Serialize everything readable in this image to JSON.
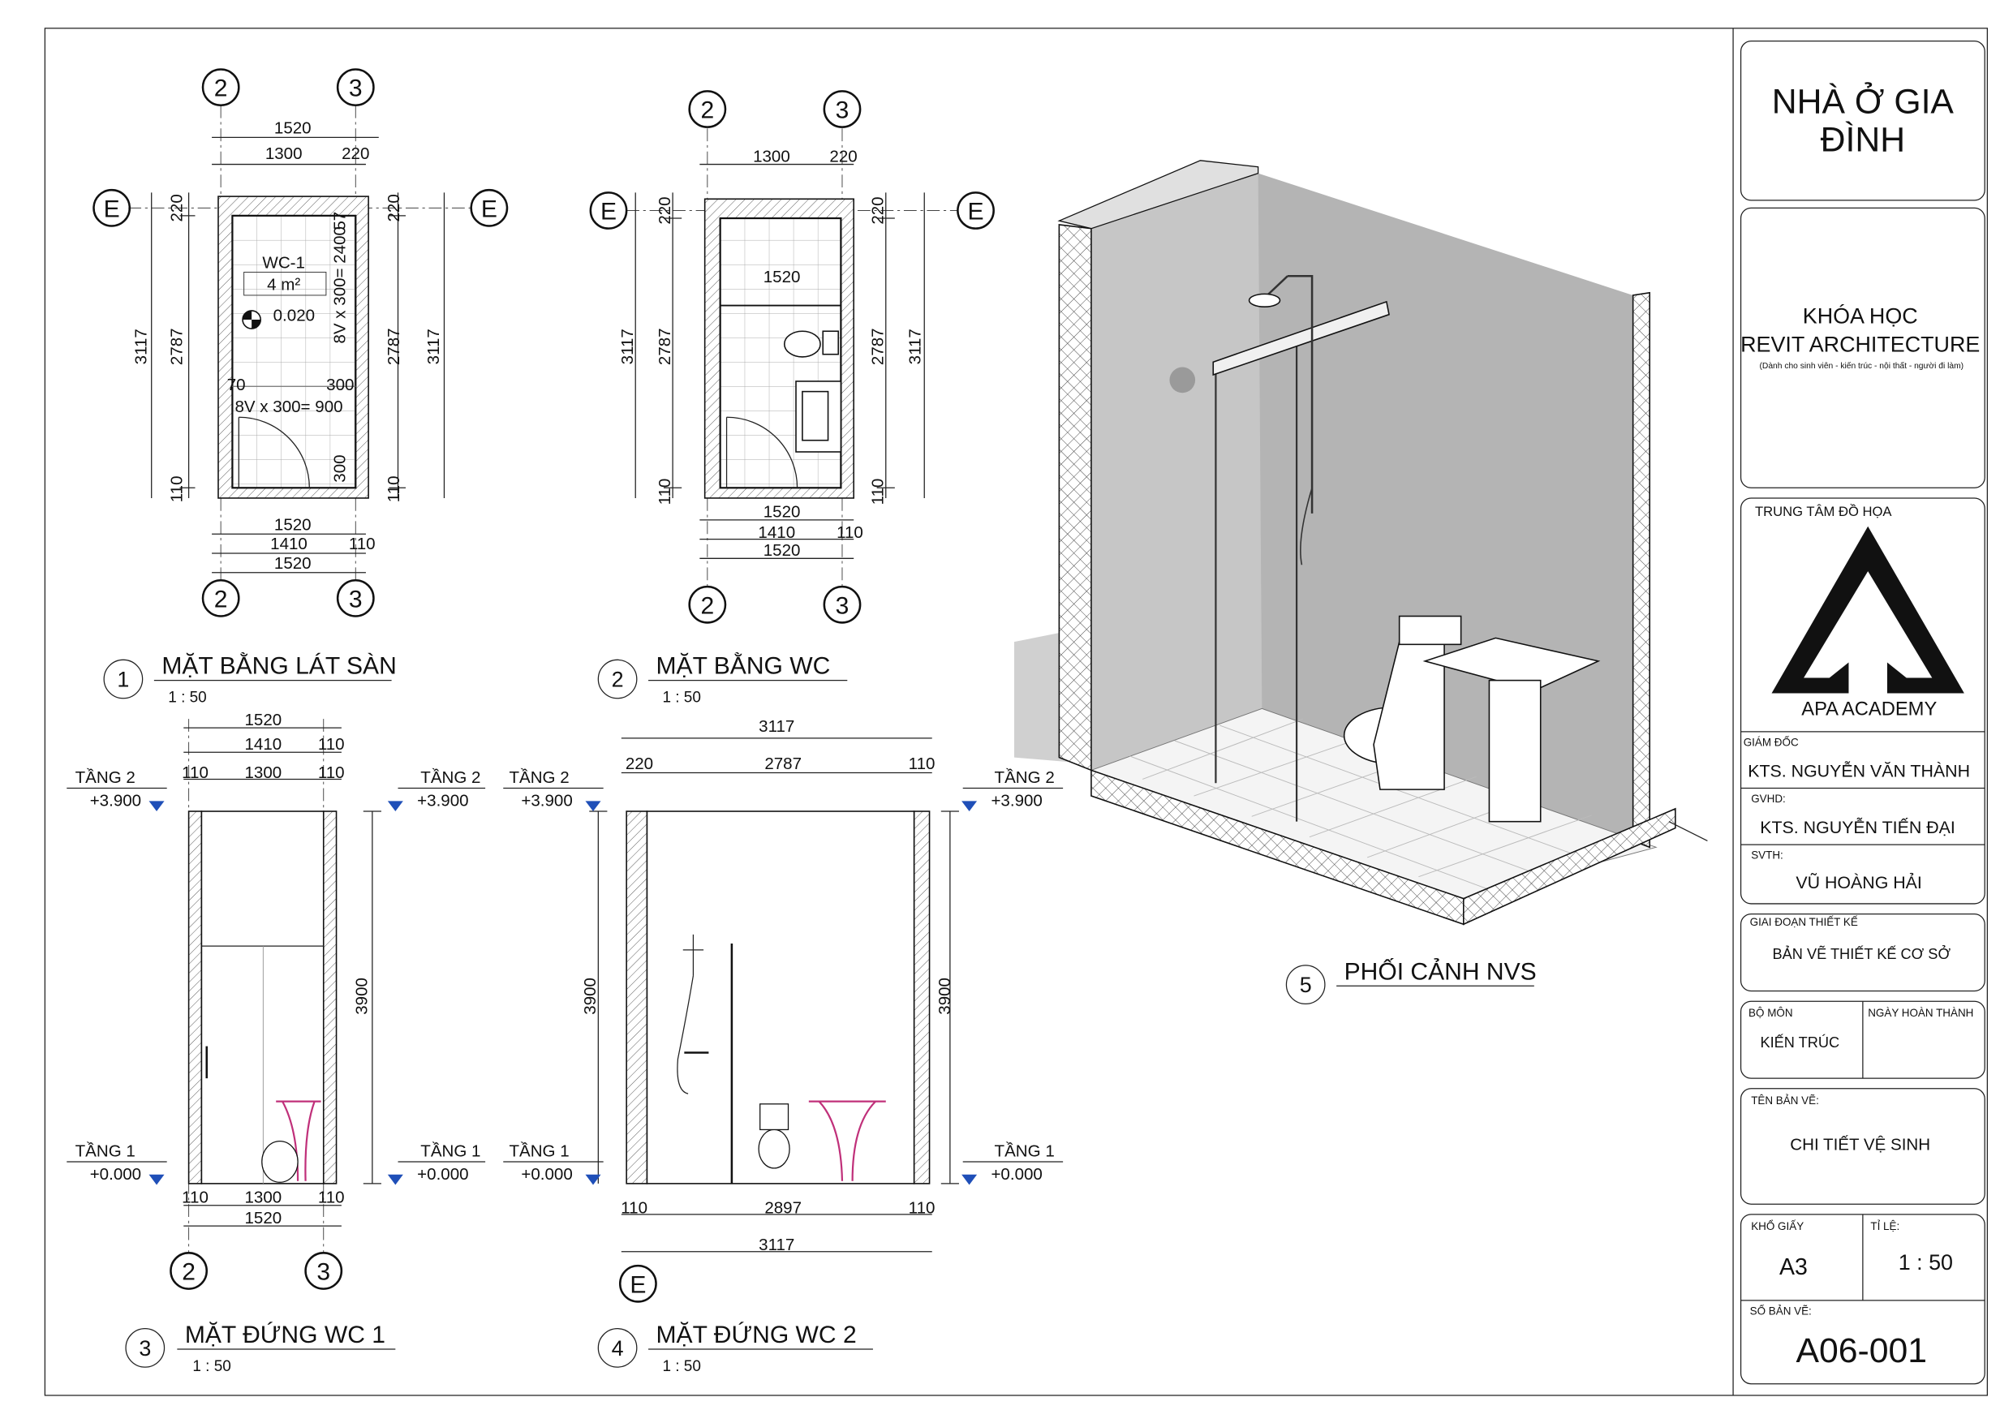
{
  "title_block": {
    "project": [
      "NHÀ Ở GIA",
      "ĐÌNH"
    ],
    "course": [
      "KHÓA HỌC",
      "REVIT ARCHITECTURE"
    ],
    "course_note": "(Dành cho sinh viên - kiến trúc - nội thất - người đi làm)",
    "center": "TRUNG TÂM ĐỒ HỌA",
    "logo_text": "APA ACADEMY",
    "director_label": "GIÁM ĐỐC",
    "director": "KTS. NGUYỄN VĂN THÀNH",
    "advisor_label": "GVHD:",
    "advisor": "KTS. NGUYỄN TIẾN ĐẠI",
    "student_label": "SVTH:",
    "student": "VŨ HOÀNG HẢI",
    "phase_label": "GIAI ĐOẠN THIẾT KẾ",
    "phase": "BẢN VẼ THIẾT KẾ CƠ SỞ",
    "dept_label": "BỘ MÔN",
    "dept": "KIẾN TRÚC",
    "date_label": "NGÀY HOÀN THÀNH",
    "sheet_name_label": "TÊN BẢN VẼ:",
    "sheet_name": "CHI TIẾT VỆ SINH",
    "paper_label": "KHỔ GIẤY",
    "paper": "A3",
    "scale_label": "TỈ LỆ:",
    "scale": "1 : 50",
    "sheet_no_label": "SỐ BẢN VẼ:",
    "sheet_no": "A06-001"
  },
  "views": [
    {
      "number": "1",
      "title": "MẶT BẰNG LÁT SÀN",
      "scale": "1 : 50"
    },
    {
      "number": "2",
      "title": "MẶT BẰNG WC",
      "scale": "1 : 50"
    },
    {
      "number": "3",
      "title": "MẶT ĐỨNG WC 1",
      "scale": "1 : 50"
    },
    {
      "number": "4",
      "title": "MẶT ĐỨNG WC 2",
      "scale": "1 : 50"
    },
    {
      "number": "5",
      "title": "PHỐI CẢNH NVS",
      "scale": ""
    }
  ],
  "grids": {
    "a": "2",
    "b": "3",
    "e": "E"
  },
  "plan1": {
    "dims": [
      "1520",
      "1300",
      "220",
      "220",
      "3117",
      "2787",
      "110",
      "220",
      "2787",
      "3117",
      "110",
      "1520",
      "1410",
      "110",
      "1520"
    ],
    "room_name": "WC-1",
    "room_area": "4 m²",
    "level": "0.020",
    "tiles": [
      "8V x 300= 2400",
      "57",
      "70",
      "300",
      "8V x 300= 900",
      "300"
    ]
  },
  "plan2": {
    "dims": [
      "1300",
      "220",
      "1520",
      "220",
      "3117",
      "2787",
      "110",
      "220",
      "2787",
      "3117",
      "110",
      "1520",
      "1410",
      "110",
      "1520"
    ]
  },
  "levels": [
    {
      "name": "TẦNG 2",
      "value": "+3.900"
    },
    {
      "name": "TẦNG 1",
      "value": "+0.000"
    }
  ],
  "elev3": {
    "dims": [
      "1520",
      "1410",
      "110",
      "110",
      "1300",
      "110",
      "3900",
      "110",
      "1300",
      "110",
      "1520"
    ]
  },
  "elev4": {
    "dims": [
      "3117",
      "220",
      "2787",
      "110",
      "3900",
      "3900",
      "110",
      "2897",
      "110",
      "3117"
    ]
  },
  "colors": {
    "line": "#111111",
    "level_marker": "#1f4fb8",
    "sanitary": "#c0307a",
    "wall_gray": "#b4b4b4"
  }
}
